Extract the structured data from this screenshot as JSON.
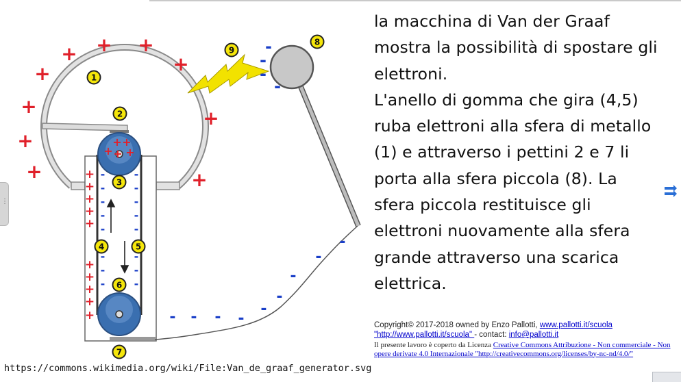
{
  "diagram": {
    "labels": [
      "1",
      "2",
      "3",
      "4",
      "5",
      "6",
      "7",
      "8",
      "9"
    ],
    "plus_sign": "+",
    "minus_sign": "-",
    "colors": {
      "positive": "#e0202a",
      "negative": "#1a3fc8",
      "dome": "#888888",
      "label_fill": "#f5e60a",
      "spark": "#f2e200",
      "roller": "#3a6fb0",
      "small_sphere": "#c8c8c8"
    }
  },
  "text": {
    "main": "la macchina di Van der Graaf\nmostra la possibilità di spostare gli\nelettroni.\nL'anello di gomma che gira (4,5)\nruba elettroni alla sfera di metallo\n(1) e attraverso i pettini 2 e 7 li\nporta alla sfera piccola (8). La\nsfera piccola restituisce gli\nelettroni nuovamente alla sfera\ngrande attraverso una scarica\nelettrica."
  },
  "copyright": {
    "prefix": "Copyright© 2017-2018 owned by Enzo Pallotti, ",
    "link1": "www.pallotti.it/scuola ",
    "link2": "\"http://www.pallotti.it/scuola\" ",
    "contact_label": " - contact: ",
    "email": "info@pallotti.it",
    "license_prefix": "Il presente lavoro è coperto da Licenza ",
    "license_link": "Creative Commons Attribuzione - Non commerciale - Non opere derivate 4.0 Internazionale \"http://creativecommons.org/licenses/by-nc-nd/4.0/\""
  },
  "source_caption": "https://commons.wikimedia.org/wiki/File:Van_de_graaf_generator.svg",
  "nav": {
    "next_icon": "double-arrow-right-icon"
  }
}
